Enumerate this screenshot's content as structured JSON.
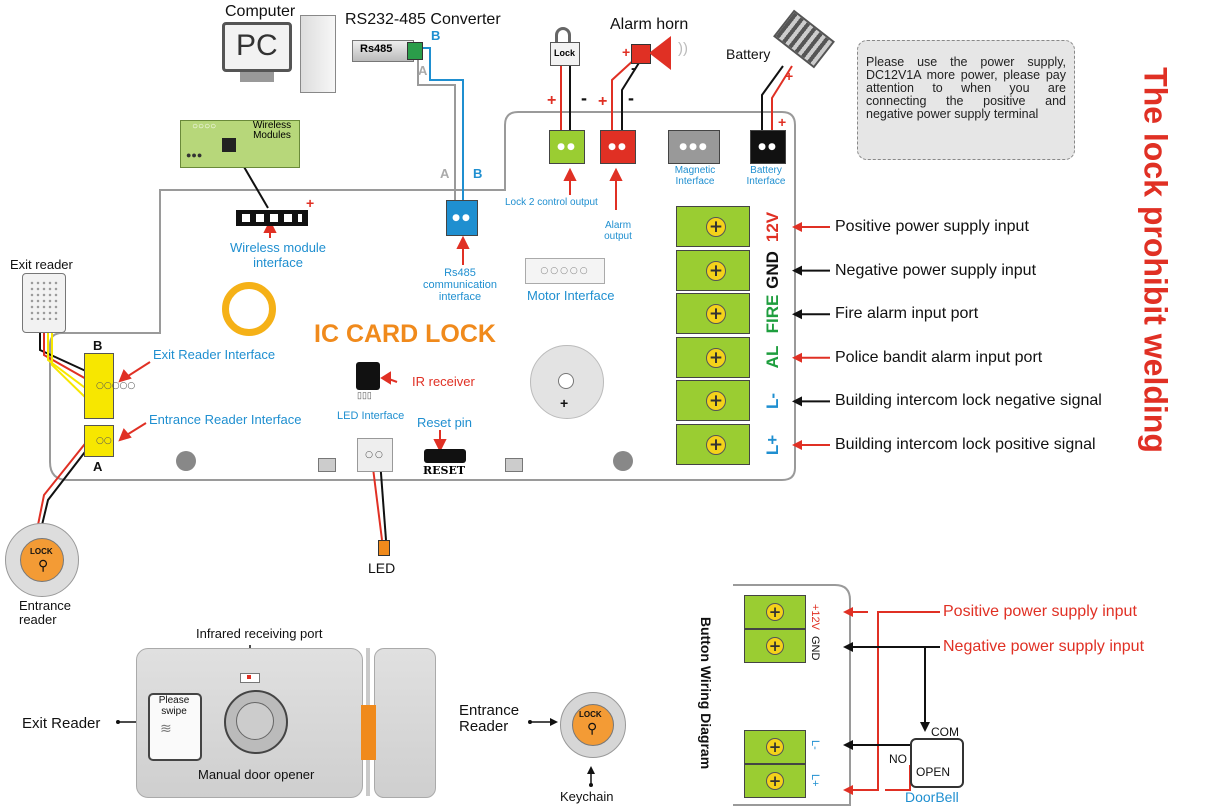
{
  "title": "The lock prohibit welding",
  "note": "Please use the power supply, DC12V1A more power, please pay attention to when you are connecting the positive and negative power supply terminal",
  "top": {
    "computer": "Computer",
    "pc": "PC",
    "converter": "RS232-485 Converter",
    "converter_chip": "Rs485",
    "wire_a": "A",
    "wire_b": "B",
    "lock": "Lock",
    "alarm_horn": "Alarm horn",
    "battery": "Battery",
    "plus": "+",
    "minus": "-"
  },
  "board": {
    "title": "IC CARD  LOCK",
    "wireless_modules": "Wireless Modules",
    "wireless_interface": "Wireless module interface",
    "rs485_interface": "Rs485 communication interface",
    "wire_a": "A",
    "wire_b": "B",
    "lock2_output": "Lock 2 control output",
    "alarm_output": "Alarm output",
    "magnetic_interface": "Magnetic Interface",
    "battery_interface": "Battery Interface",
    "motor_interface": "Motor Interface",
    "exit_reader_interface": "Exit Reader Interface",
    "entrance_reader_interface": "Entrance Reader Interface",
    "ir_receiver": "IR receiver",
    "led_interface": "LED Interface",
    "reset_pin": "Reset pin",
    "reset": "RESET",
    "connector_b": "B",
    "connector_a": "A",
    "buzzer_plus": "+",
    "led": "LED",
    "exit_reader": "Exit reader",
    "entrance_reader": "Entrance reader",
    "reader_lock": "LOCK"
  },
  "terminals": [
    {
      "label": "12V",
      "color": "#e03024",
      "description": "Positive power supply input",
      "arrow_color": "#e03024"
    },
    {
      "label": "GND",
      "color": "#111111",
      "description": "Negative power supply input",
      "arrow_color": "#111111"
    },
    {
      "label": "FIRE",
      "color": "#1e9e3e",
      "description": "Fire alarm input port",
      "arrow_color": "#111111"
    },
    {
      "label": "AL",
      "color": "#1e9e3e",
      "description": "Police bandit alarm input port",
      "arrow_color": "#e03024"
    },
    {
      "label": "L-",
      "color": "#1f8fd0",
      "description": "Building intercom  lock negative signal",
      "arrow_color": "#111111"
    },
    {
      "label": "L+",
      "color": "#1f8fd0",
      "description": "Building intercom  lock positive signal",
      "arrow_color": "#e03024"
    }
  ],
  "bottom": {
    "infrared_port": "Infrared receiving port",
    "exit_reader": "Exit Reader",
    "please_swipe": "Please swipe",
    "manual_opener": "Manual door opener",
    "entrance_reader": "Entrance Reader",
    "reader_lock": "LOCK",
    "keychain": "Keychain"
  },
  "button_wiring": {
    "title": "Button Wiring Diagram",
    "t_12v": "+12V",
    "t_gnd": "GND",
    "t_lminus": "L-",
    "t_lplus": "L+",
    "positive": "Positive power supply input",
    "negative": "Negative power supply input",
    "com": "COM",
    "no": "NO",
    "open": "OPEN",
    "doorbell": "DoorBell"
  },
  "colors": {
    "red": "#e03024",
    "blue": "#1f8fd0",
    "green_terminal": "#9acd32",
    "orange_title": "#f08a1c",
    "yellow": "#f7e700"
  }
}
